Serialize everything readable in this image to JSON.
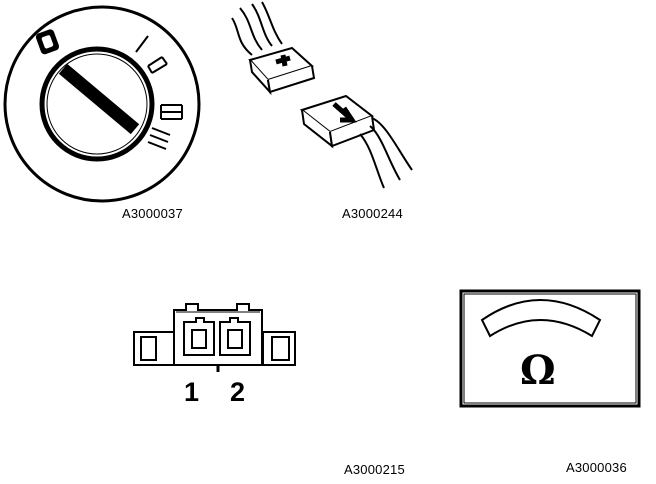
{
  "figures": [
    {
      "id": "ignition-switch",
      "caption": "A3000037"
    },
    {
      "id": "connector-disconnect",
      "caption": "A3000244"
    },
    {
      "id": "two-pin-connector",
      "caption": "A3000215",
      "pin_labels": [
        "1",
        "2"
      ]
    },
    {
      "id": "ohmmeter",
      "caption": "A3000036",
      "symbol": "Ω"
    }
  ]
}
